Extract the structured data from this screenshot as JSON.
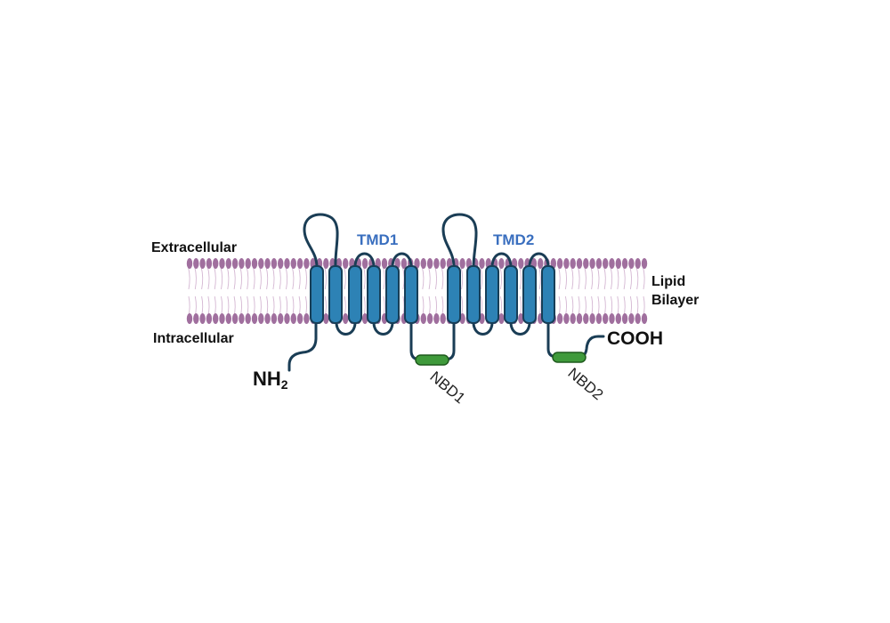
{
  "labels": {
    "extracellular": "Extracellular",
    "intracellular": "Intracellular",
    "lipid_line1": "Lipid",
    "lipid_line2": "Bilayer",
    "tmd1": "TMD1",
    "tmd2": "TMD2",
    "nh_main": "NH",
    "nh_sub": "2",
    "cooh": "COOH",
    "nbd1": "NBD1",
    "nbd2": "NBD2"
  },
  "colors": {
    "lipid_head": "#a06f9e",
    "lipid_tail": "#d4b6d2",
    "helix_fill": "#2d82b5",
    "helix_stroke": "#173e57",
    "chain": "#1a3d55",
    "nbd_fill": "#3f9a3b",
    "nbd_stroke": "#1f5a1d",
    "tmd_label": "#3a6fbf"
  },
  "structure": {
    "helices_per_tmd": 6,
    "tmd_domains": [
      "TMD1",
      "TMD2"
    ],
    "nbd_domains": [
      "NBD1",
      "NBD2"
    ]
  }
}
